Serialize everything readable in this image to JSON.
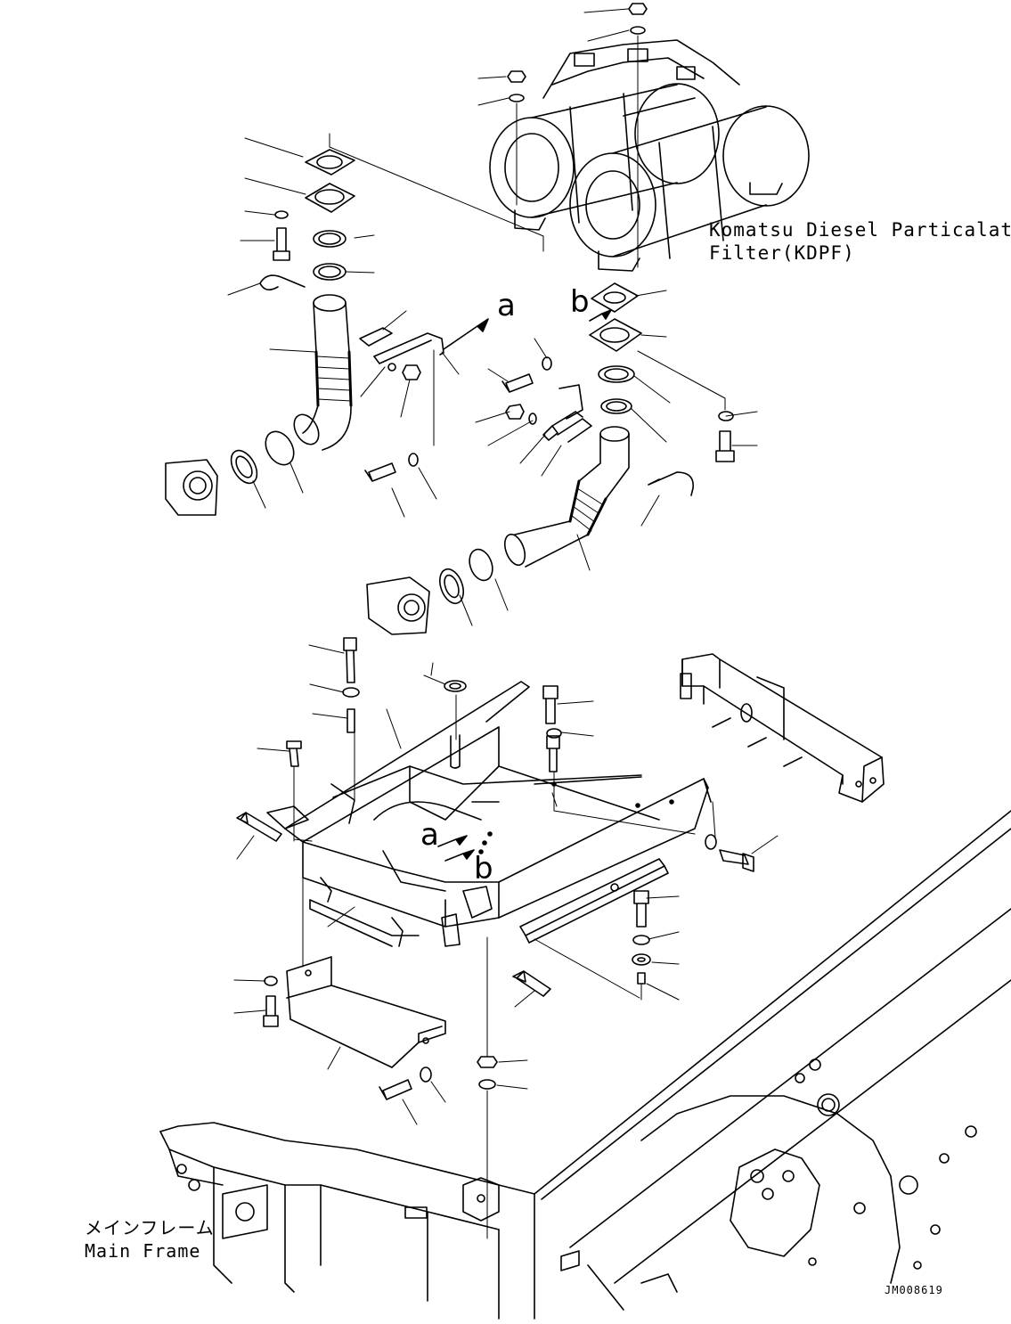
{
  "labels": {
    "kdpf_line1": "Komatsu Diesel Particalate",
    "kdpf_line2": "Filter(KDPF)",
    "main_frame_jp": "メインフレーム",
    "main_frame_en": "Main Frame",
    "ref_a": "a",
    "ref_b": "b",
    "drawing_code": "JM008619"
  }
}
